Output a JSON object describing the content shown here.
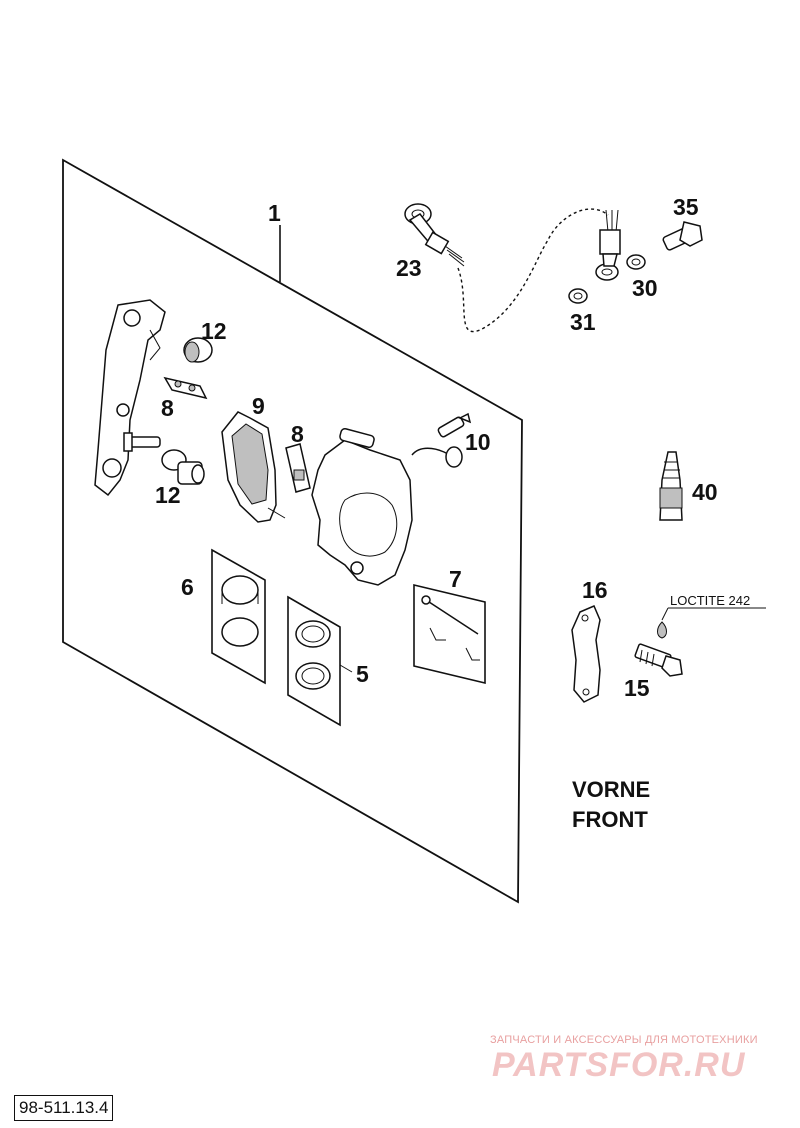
{
  "diagram_code": "98-511.13.4",
  "region_label": {
    "line1": "VORNE",
    "line2": "FRONT"
  },
  "note_loctite": "LOCTITE 242",
  "callouts": {
    "c1": "1",
    "c23": "23",
    "c35": "35",
    "c30": "30",
    "c31": "31",
    "c12a": "12",
    "c8a": "8",
    "c9": "9",
    "c8b": "8",
    "c10": "10",
    "c12b": "12",
    "c40": "40",
    "c6": "6",
    "c7": "7",
    "c5": "5",
    "c16": "16",
    "c15": "15"
  },
  "watermark": {
    "caption": "ЗАПЧАСТИ И АКСЕССУАРЫ ДЛЯ МОТОТЕХНИКИ",
    "logo": "PARTSFOR.RU"
  }
}
